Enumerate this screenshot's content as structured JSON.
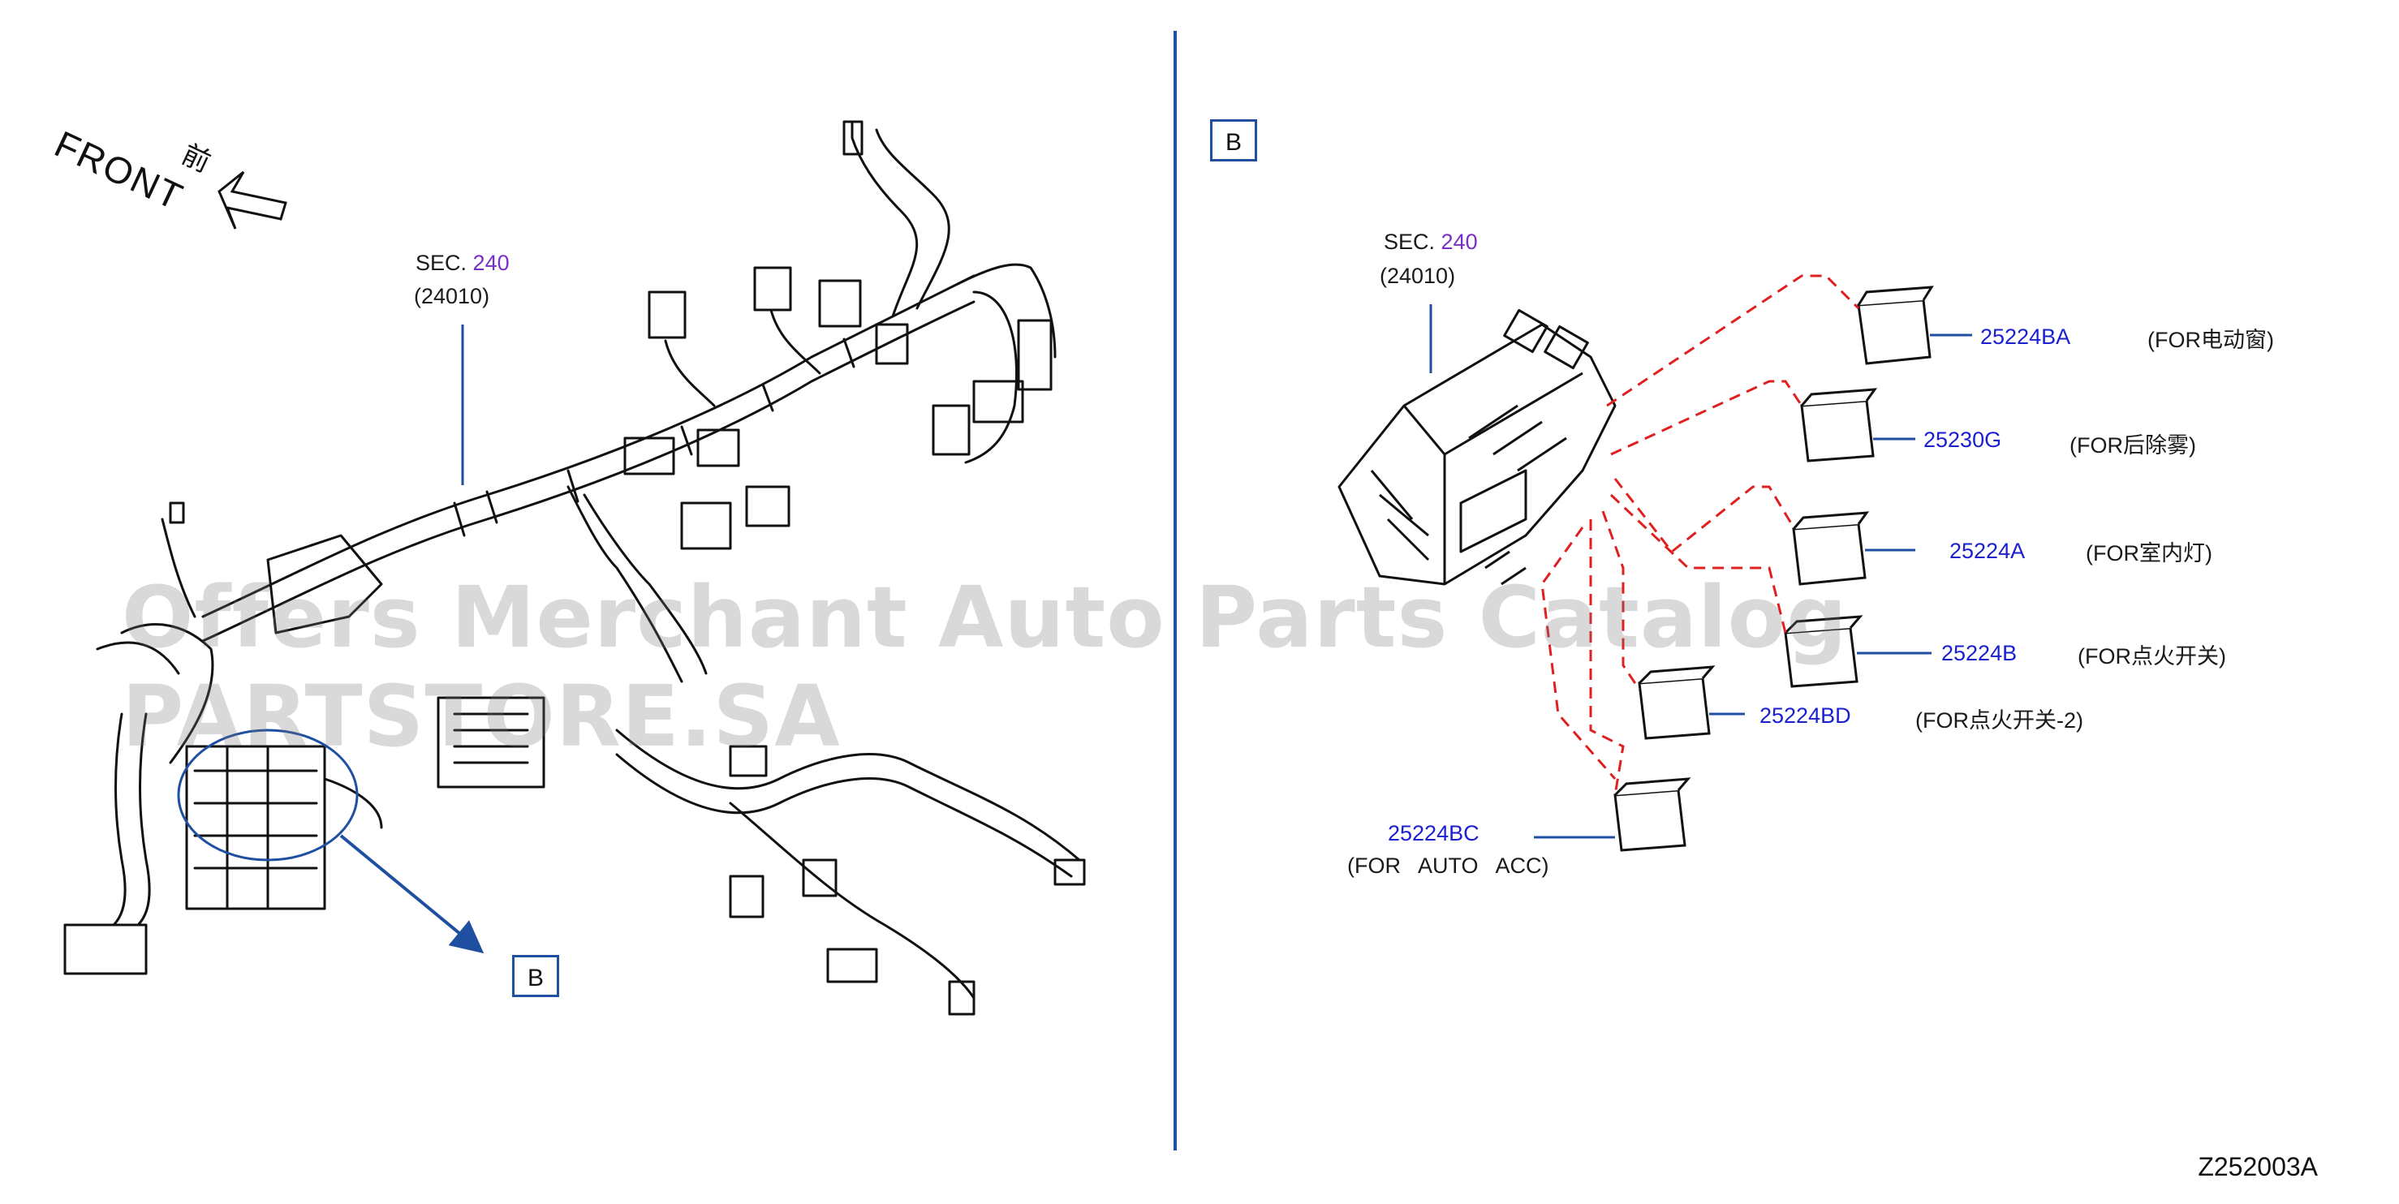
{
  "front_label": "FRONT",
  "front_label_cn": "前",
  "left_panel": {
    "sec_prefix": "SEC.",
    "sec_number": "240",
    "part_ref": "(24010)",
    "detail_callout": "B"
  },
  "right_panel": {
    "detail_box": "B",
    "sec_prefix": "SEC.",
    "sec_number": "240",
    "part_ref": "(24010)",
    "relays": [
      {
        "part_no": "25224BA",
        "desc": "(FOR电动窗)"
      },
      {
        "part_no": "25230G",
        "desc": "(FOR后除雾)"
      },
      {
        "part_no": "25224A",
        "desc": "(FOR室内灯)"
      },
      {
        "part_no": "25224B",
        "desc": "(FOR点火开关)"
      },
      {
        "part_no": "25224BD",
        "desc": "(FOR点火开关-2)"
      },
      {
        "part_no": "25224BC",
        "desc": "(FOR   AUTO   ACC)"
      }
    ]
  },
  "watermark": "Offers Merchant Auto Parts Catalog PARTSTORE.SA",
  "diagram_code": "Z252003A",
  "colors": {
    "divider": "#1f4fa0",
    "part_number": "#1a1fd0",
    "sec_number": "#7a2fc9",
    "relay_dash": "#e02020"
  }
}
